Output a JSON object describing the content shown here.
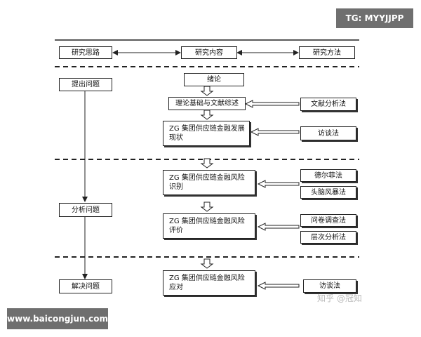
{
  "badges": {
    "top_right": "TG: MYYJJPP",
    "bottom_left": "www.baicongjun.com"
  },
  "watermark": "知乎 @冠知",
  "colors": {
    "badge_bg": "#6f6f6f",
    "line": "#222222"
  },
  "header": {
    "left": "研究思路",
    "center": "研究内容",
    "right": "研究方法"
  },
  "left_column": {
    "raise": "提出问题",
    "analyze": "分析问题",
    "solve": "解决问题"
  },
  "center_column": {
    "intro": "绪论",
    "theory": "理论基础与文献综述",
    "status": "ZG 集团供应链金融发展\n现状",
    "risk_identify": "ZG 集团供应链金融风险\n识别",
    "risk_evaluate": "ZG 集团供应链金融风险\n评价",
    "risk_response": "ZG 集团供应链金融风险\n应对"
  },
  "right_column": {
    "literature": "文献分析法",
    "interview1": "访谈法",
    "delphi": "德尔菲法",
    "brainstorm": "头脑风暴法",
    "questionnaire": "问卷调查法",
    "ahp": "层次分析法",
    "interview2": "访谈法"
  }
}
